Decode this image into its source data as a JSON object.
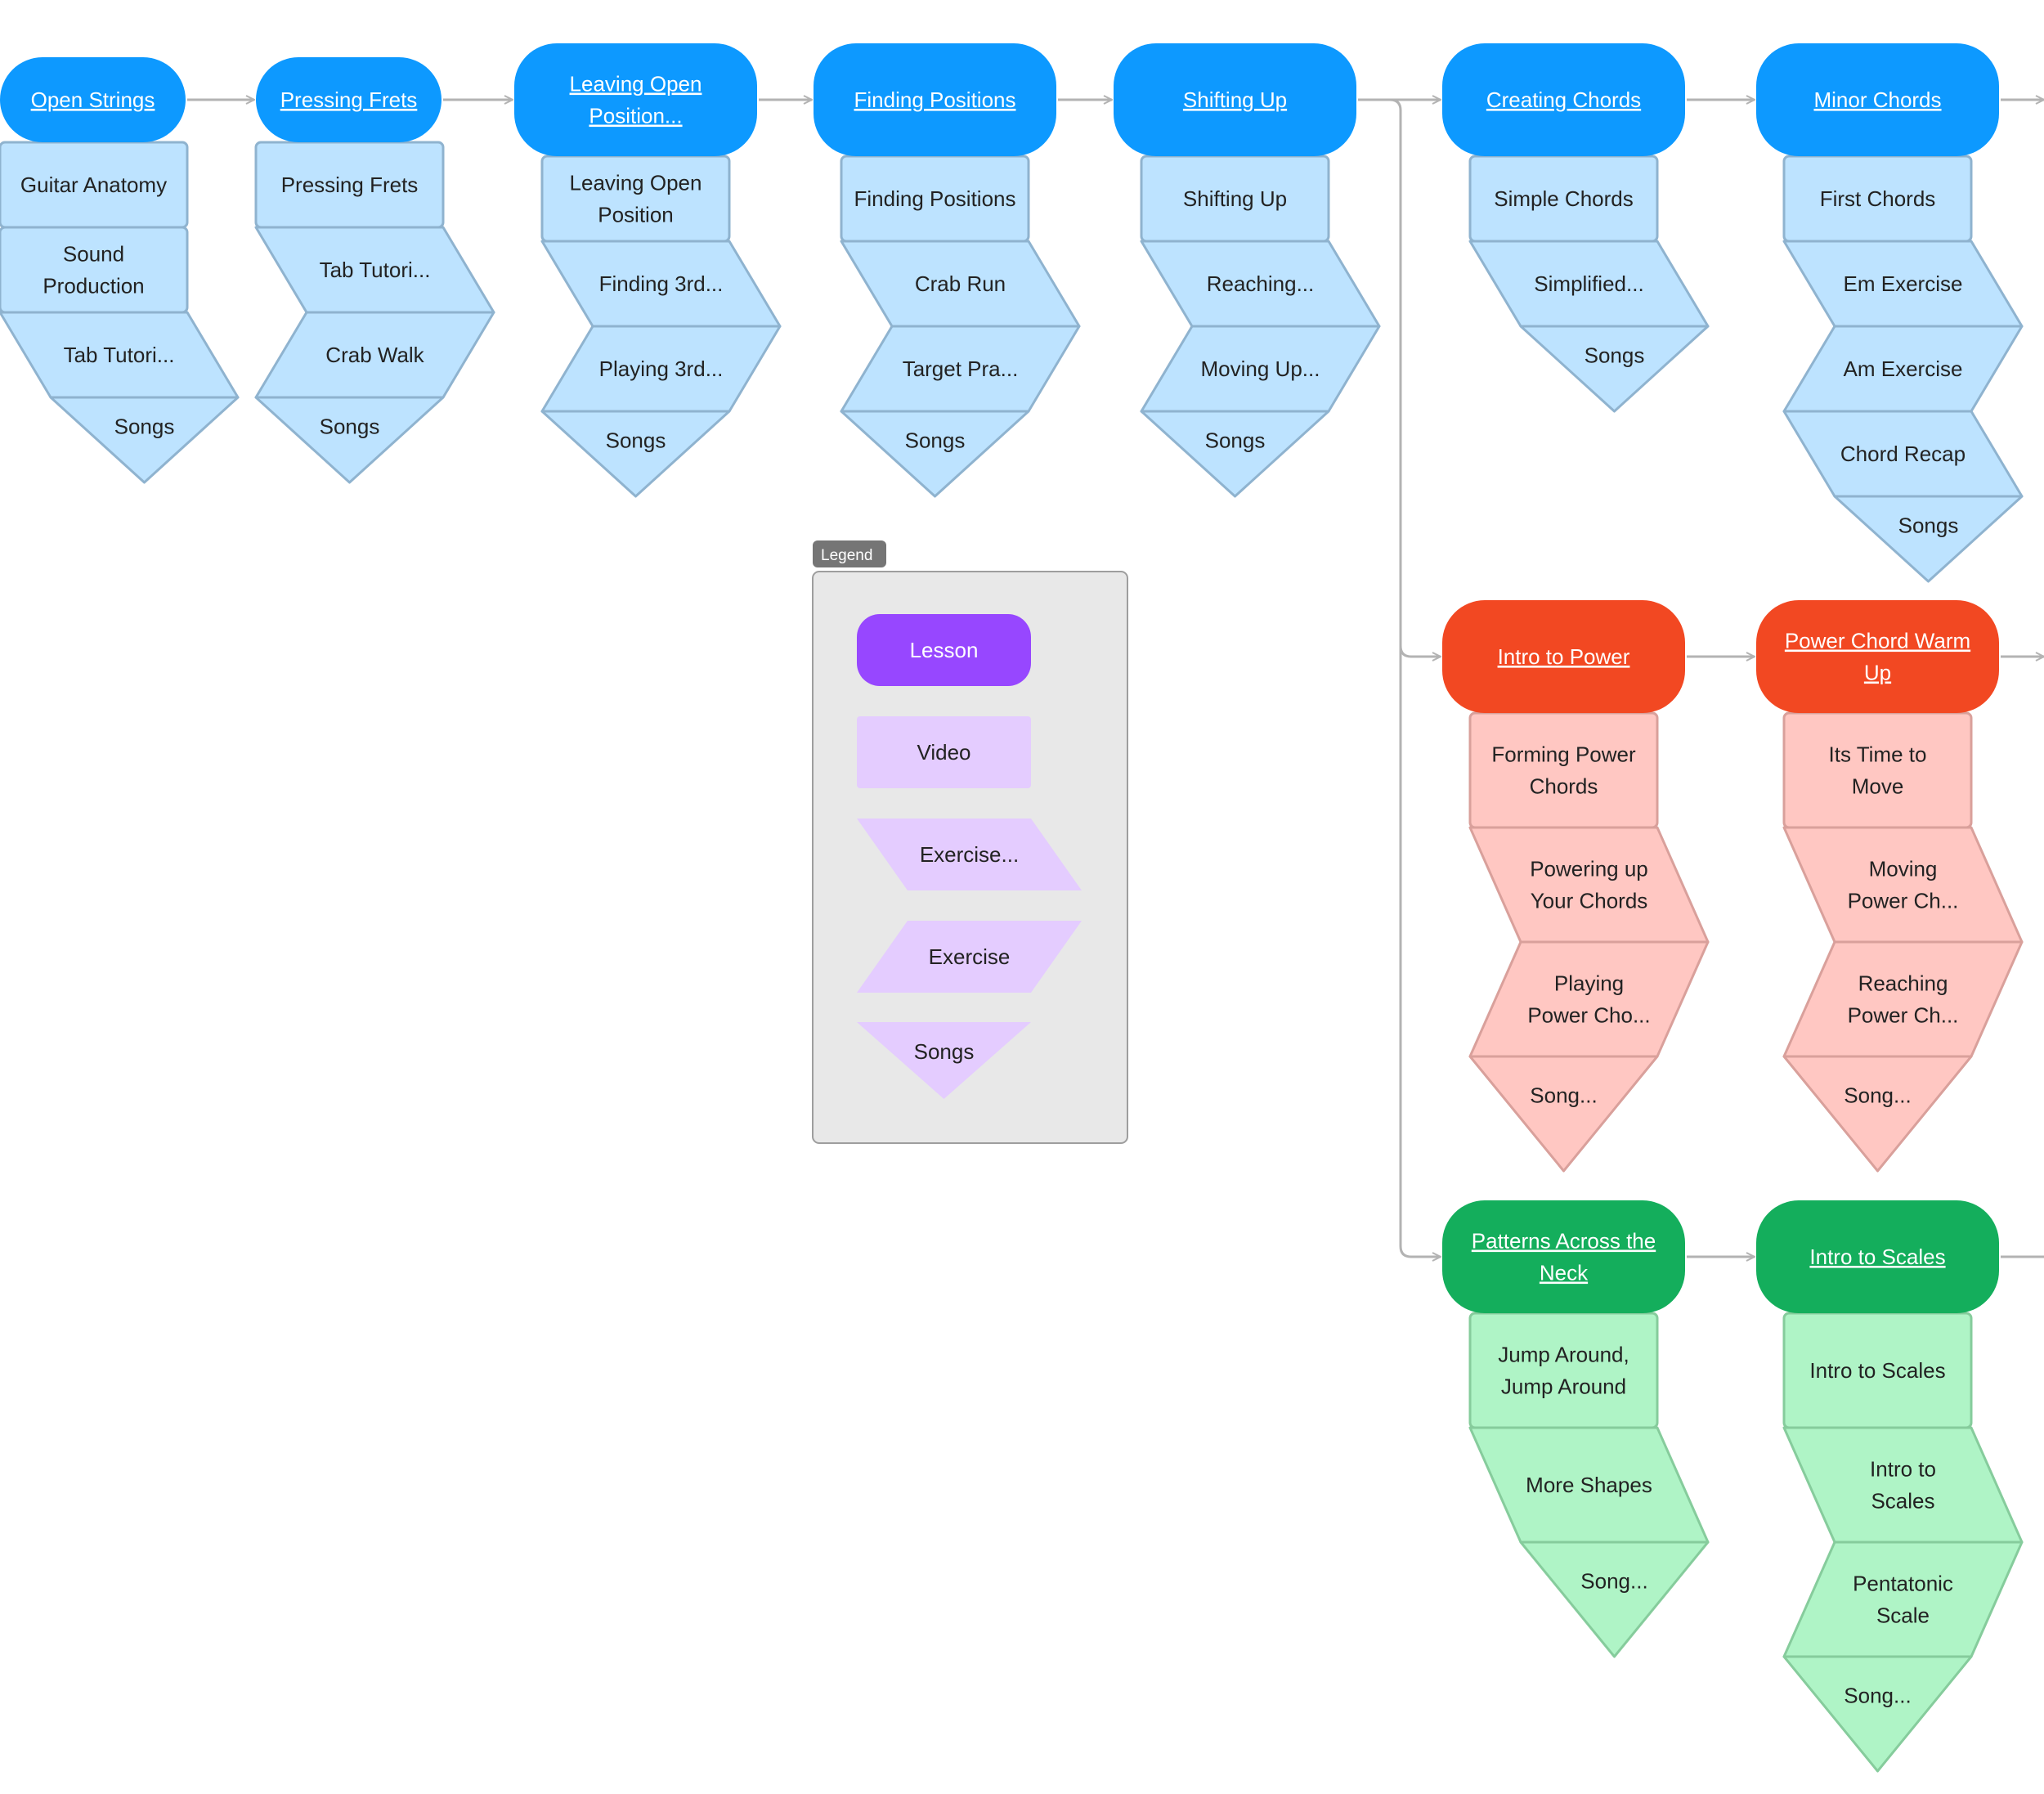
{
  "colors": {
    "blue": {
      "lesson": "#0D99FF",
      "item": "#BDE3FF",
      "stroke": "#8FB3CF"
    },
    "red": {
      "lesson": "#F24822",
      "item": "#FFC7C2",
      "stroke": "#D9A09B"
    },
    "green": {
      "lesson": "#14AE5C",
      "item": "#AFF4C6",
      "stroke": "#86CC9C"
    },
    "purple": {
      "lesson": "#9747FF",
      "item": "#E4CCFF"
    },
    "connector": "#B3B3B3",
    "legend_bg": "#E8E8E8",
    "legend_border": "#9E9E9E",
    "legend_tag": "#757575"
  },
  "lessons": [
    {
      "title": [
        "Open Strings"
      ],
      "color": "blue",
      "items": [
        {
          "shape": "video",
          "text": [
            "Guitar Anatomy"
          ]
        },
        {
          "shape": "video",
          "text": [
            "Sound",
            "Production"
          ]
        },
        {
          "shape": "exercise_left",
          "text": [
            "Tab Tutori..."
          ]
        },
        {
          "shape": "songs",
          "text": [
            "Songs"
          ]
        }
      ]
    },
    {
      "title": [
        "Pressing Frets"
      ],
      "color": "blue",
      "items": [
        {
          "shape": "video",
          "text": [
            "Pressing Frets"
          ]
        },
        {
          "shape": "exercise_left",
          "text": [
            "Tab Tutori..."
          ]
        },
        {
          "shape": "exercise_right",
          "text": [
            "Crab Walk"
          ]
        },
        {
          "shape": "songs",
          "text": [
            "Songs"
          ]
        }
      ]
    },
    {
      "title": [
        "Leaving Open",
        "Position..."
      ],
      "color": "blue",
      "items": [
        {
          "shape": "video",
          "text": [
            "Leaving Open",
            "Position"
          ]
        },
        {
          "shape": "exercise_left",
          "text": [
            "Finding 3rd..."
          ]
        },
        {
          "shape": "exercise_right",
          "text": [
            "Playing 3rd..."
          ]
        },
        {
          "shape": "songs",
          "text": [
            "Songs"
          ]
        }
      ]
    },
    {
      "title": [
        "Finding Positions"
      ],
      "color": "blue",
      "items": [
        {
          "shape": "video",
          "text": [
            "Finding Positions"
          ]
        },
        {
          "shape": "exercise_left",
          "text": [
            "Crab Run"
          ]
        },
        {
          "shape": "exercise_right",
          "text": [
            "Target Pra..."
          ]
        },
        {
          "shape": "songs",
          "text": [
            "Songs"
          ]
        }
      ]
    },
    {
      "title": [
        "Shifting Up"
      ],
      "color": "blue",
      "items": [
        {
          "shape": "video",
          "text": [
            "Shifting Up"
          ]
        },
        {
          "shape": "exercise_left",
          "text": [
            "Reaching..."
          ]
        },
        {
          "shape": "exercise_right",
          "text": [
            "Moving Up..."
          ]
        },
        {
          "shape": "songs",
          "text": [
            "Songs"
          ]
        }
      ]
    },
    {
      "title": [
        "Creating Chords"
      ],
      "color": "blue",
      "items": [
        {
          "shape": "video",
          "text": [
            "Simple Chords"
          ]
        },
        {
          "shape": "exercise_left",
          "text": [
            "Simplified..."
          ]
        },
        {
          "shape": "songs",
          "text": [
            "Songs"
          ]
        }
      ]
    },
    {
      "title": [
        "Minor Chords"
      ],
      "color": "blue",
      "items": [
        {
          "shape": "video",
          "text": [
            "First Chords"
          ]
        },
        {
          "shape": "exercise_left",
          "text": [
            "Em Exercise"
          ]
        },
        {
          "shape": "exercise_right",
          "text": [
            "Am Exercise"
          ]
        },
        {
          "shape": "exercise_left",
          "text": [
            "Chord Recap"
          ]
        },
        {
          "shape": "songs",
          "text": [
            "Songs"
          ]
        }
      ]
    },
    {
      "title": [
        "Intro to Power"
      ],
      "color": "red",
      "items": [
        {
          "shape": "video",
          "text": [
            "Forming Power",
            "Chords"
          ]
        },
        {
          "shape": "exercise_left",
          "text": [
            "Powering up",
            "Your Chords"
          ]
        },
        {
          "shape": "exercise_right",
          "text": [
            "Playing",
            "Power Cho..."
          ]
        },
        {
          "shape": "songs",
          "text": [
            "Song..."
          ]
        }
      ]
    },
    {
      "title": [
        "Power Chord Warm",
        "Up"
      ],
      "color": "red",
      "items": [
        {
          "shape": "video",
          "text": [
            "Its Time to",
            "Move"
          ]
        },
        {
          "shape": "exercise_left",
          "text": [
            "Moving",
            "Power Ch..."
          ]
        },
        {
          "shape": "exercise_right",
          "text": [
            "Reaching",
            "Power Ch..."
          ]
        },
        {
          "shape": "songs",
          "text": [
            "Song..."
          ]
        }
      ]
    },
    {
      "title": [
        "Patterns Across the",
        "Neck"
      ],
      "color": "green",
      "items": [
        {
          "shape": "video",
          "text": [
            "Jump Around,",
            "Jump Around"
          ]
        },
        {
          "shape": "exercise_left",
          "text": [
            "More Shapes"
          ]
        },
        {
          "shape": "songs",
          "text": [
            "Song..."
          ]
        }
      ]
    },
    {
      "title": [
        "Intro to Scales"
      ],
      "color": "green",
      "items": [
        {
          "shape": "video",
          "text": [
            "Intro to Scales"
          ]
        },
        {
          "shape": "exercise_left",
          "text": [
            "Intro to",
            "Scales"
          ]
        },
        {
          "shape": "exercise_right",
          "text": [
            "Pentatonic",
            "Scale"
          ]
        },
        {
          "shape": "songs",
          "text": [
            "Song..."
          ]
        }
      ]
    }
  ],
  "legend": {
    "tag": "Legend",
    "entries": [
      {
        "shape": "lesson",
        "label": "Lesson"
      },
      {
        "shape": "video",
        "label": "Video"
      },
      {
        "shape": "exercise_left",
        "label": "Exercise..."
      },
      {
        "shape": "exercise_right",
        "label": "Exercise"
      },
      {
        "shape": "songs",
        "label": "Songs"
      }
    ]
  }
}
